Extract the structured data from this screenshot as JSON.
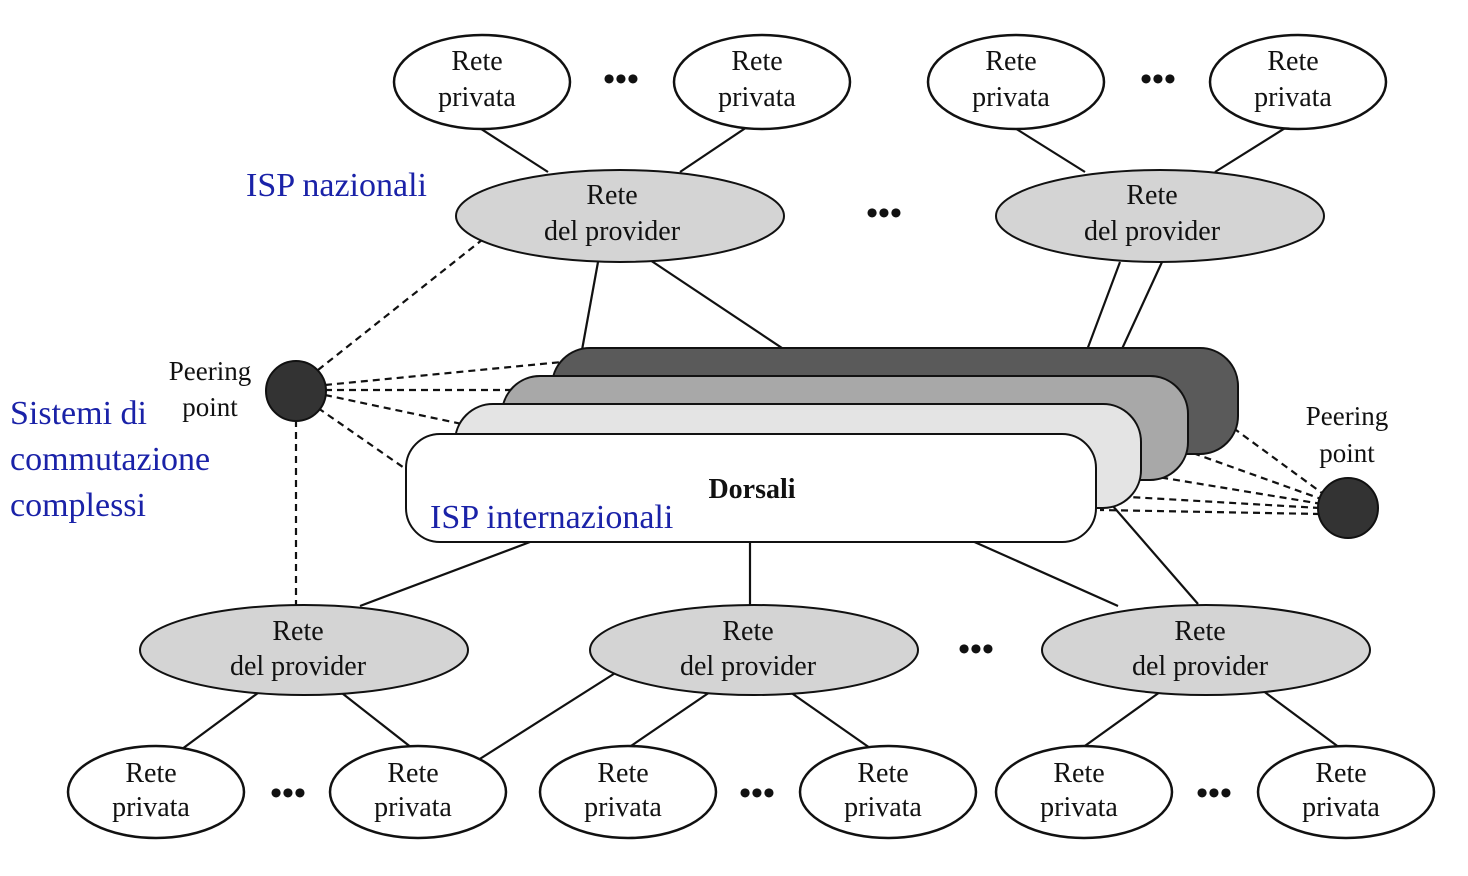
{
  "colors": {
    "annotation": "#1a22a8",
    "provider_fill": "#d4d4d4",
    "private_fill": "#ffffff",
    "peering_fill": "#333333",
    "backbone_layer_1": "#5a5a5a",
    "backbone_layer_2": "#a8a8a8",
    "backbone_layer_3": "#e4e4e4",
    "backbone_front": "#ffffff",
    "line": "#111111"
  },
  "annotations": {
    "national_isp": "ISP nazionali",
    "international_isp": "ISP internazionali",
    "switching_systems": [
      "Sistemi di",
      "commutazione",
      "complessi"
    ]
  },
  "backbone": {
    "label": "Dorsali"
  },
  "peering_points": {
    "left": {
      "lines": [
        "Peering",
        "point"
      ]
    },
    "right": {
      "lines": [
        "Peering",
        "point"
      ]
    }
  },
  "provider_networks": {
    "label_lines": [
      "Rete",
      "del provider"
    ],
    "top": [
      "Rete del provider",
      "Rete del provider"
    ],
    "bottom": [
      "Rete del provider",
      "Rete del provider",
      "Rete del provider"
    ]
  },
  "private_networks": {
    "label_lines": [
      "Rete",
      "privata"
    ],
    "top_count": 4,
    "bottom_count": 6
  },
  "ellipsis": "•••"
}
